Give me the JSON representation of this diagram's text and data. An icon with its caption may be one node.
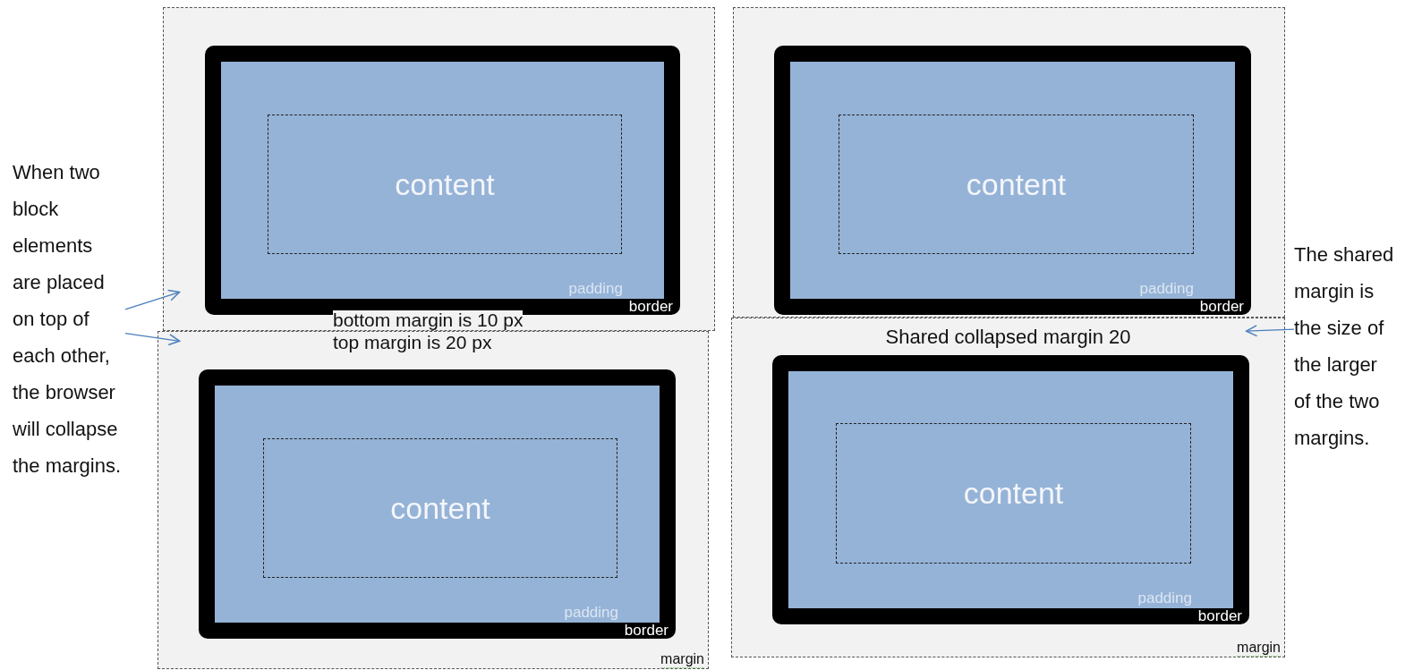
{
  "diagram": {
    "nodes": [
      {
        "text": [
          "When two block elements are placed on top of each other, the browser will collapse the margins."
        ]
      },
      {
        "text": [],
        "shape": "box"
      },
      {
        "text": [
          "border"
        ],
        "in": 1
      },
      {
        "text": [
          "padding"
        ],
        "in": 2
      },
      {
        "text": [
          "content"
        ],
        "in": 3
      },
      {
        "text": [
          "margin"
        ]
      },
      {
        "text": [
          "border"
        ],
        "in": 5
      },
      {
        "text": [
          "padding"
        ],
        "in": 6
      },
      {
        "text": [
          "content"
        ],
        "in": 7
      },
      {
        "text": [],
        "shape": "box"
      },
      {
        "text": [
          "border"
        ],
        "in": 9
      },
      {
        "text": [
          "padding"
        ],
        "in": 10
      },
      {
        "text": [
          "content"
        ],
        "in": 11
      },
      {
        "text": [
          "Shared collapsed margin 20",
          "margin"
        ]
      },
      {
        "text": [
          "border"
        ],
        "in": 13
      },
      {
        "text": [
          "padding"
        ],
        "in": 14
      },
      {
        "text": [
          "content"
        ],
        "in": 15
      },
      {
        "text": [
          "The shared margin is the size of the larger of the two margins."
        ]
      }
    ],
    "edges": [
      {
        "from": 0,
        "to": 1,
        "arrow": "to"
      },
      {
        "from": 0,
        "to": 5,
        "arrow": "to"
      },
      {
        "from": 17,
        "to": 13,
        "arrow": "to"
      }
    ],
    "labels": [
      "bottom margin is 10 px",
      "top margin is 20 px"
    ]
  }
}
